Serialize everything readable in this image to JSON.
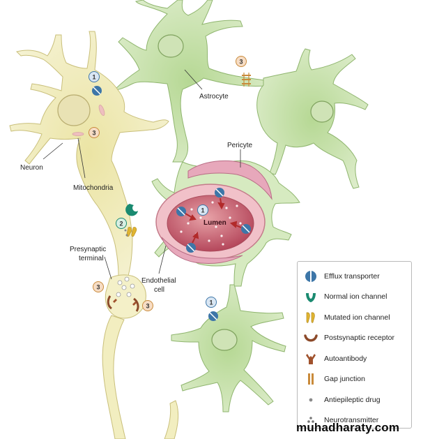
{
  "labels": {
    "astrocyte": "Astrocyte",
    "pericyte": "Pericyte",
    "neuron": "Neuron",
    "mitochondria": "Mitochondria",
    "lumen": "Lumen",
    "presynaptic_1": "Presynaptic",
    "presynaptic_2": "terminal",
    "endothelial_1": "Endothelial",
    "endothelial_2": "cell"
  },
  "badges": {
    "neuron_efflux": "1",
    "neuron_mito": "3",
    "gap_junction": "3",
    "lumen_efflux": "1",
    "ion_channel": "2",
    "synapse_left": "3",
    "synapse_right": "3",
    "lower_astro_efflux": "1"
  },
  "legend": {
    "items": [
      {
        "icon": "efflux-transporter-icon",
        "label": "Efflux transporter"
      },
      {
        "icon": "normal-ion-channel-icon",
        "label": "Normal ion channel"
      },
      {
        "icon": "mutated-ion-channel-icon",
        "label": "Mutated ion channel"
      },
      {
        "icon": "postsynaptic-receptor-icon",
        "label": "Postsynaptic receptor"
      },
      {
        "icon": "autoantibody-icon",
        "label": "Autoantibody"
      },
      {
        "icon": "gap-junction-icon",
        "label": "Gap junction"
      },
      {
        "icon": "antiepileptic-drug-icon",
        "label": "Antiepileptic drug"
      },
      {
        "icon": "neurotransmitter-icon",
        "label": "Neurotransmitter"
      }
    ]
  },
  "watermark": "muhadharaty.com",
  "colors": {
    "neuron_fill": "#f2eec0",
    "astrocyte_fill": "#d7e9c2",
    "vessel_wall": "#e7a8b4",
    "lumen": "#c45a6c",
    "efflux": "#3d76a8",
    "badge_blue": "#d9e6f3",
    "badge_orange": "#f6dcc4",
    "badge_green": "#d8efe3"
  }
}
